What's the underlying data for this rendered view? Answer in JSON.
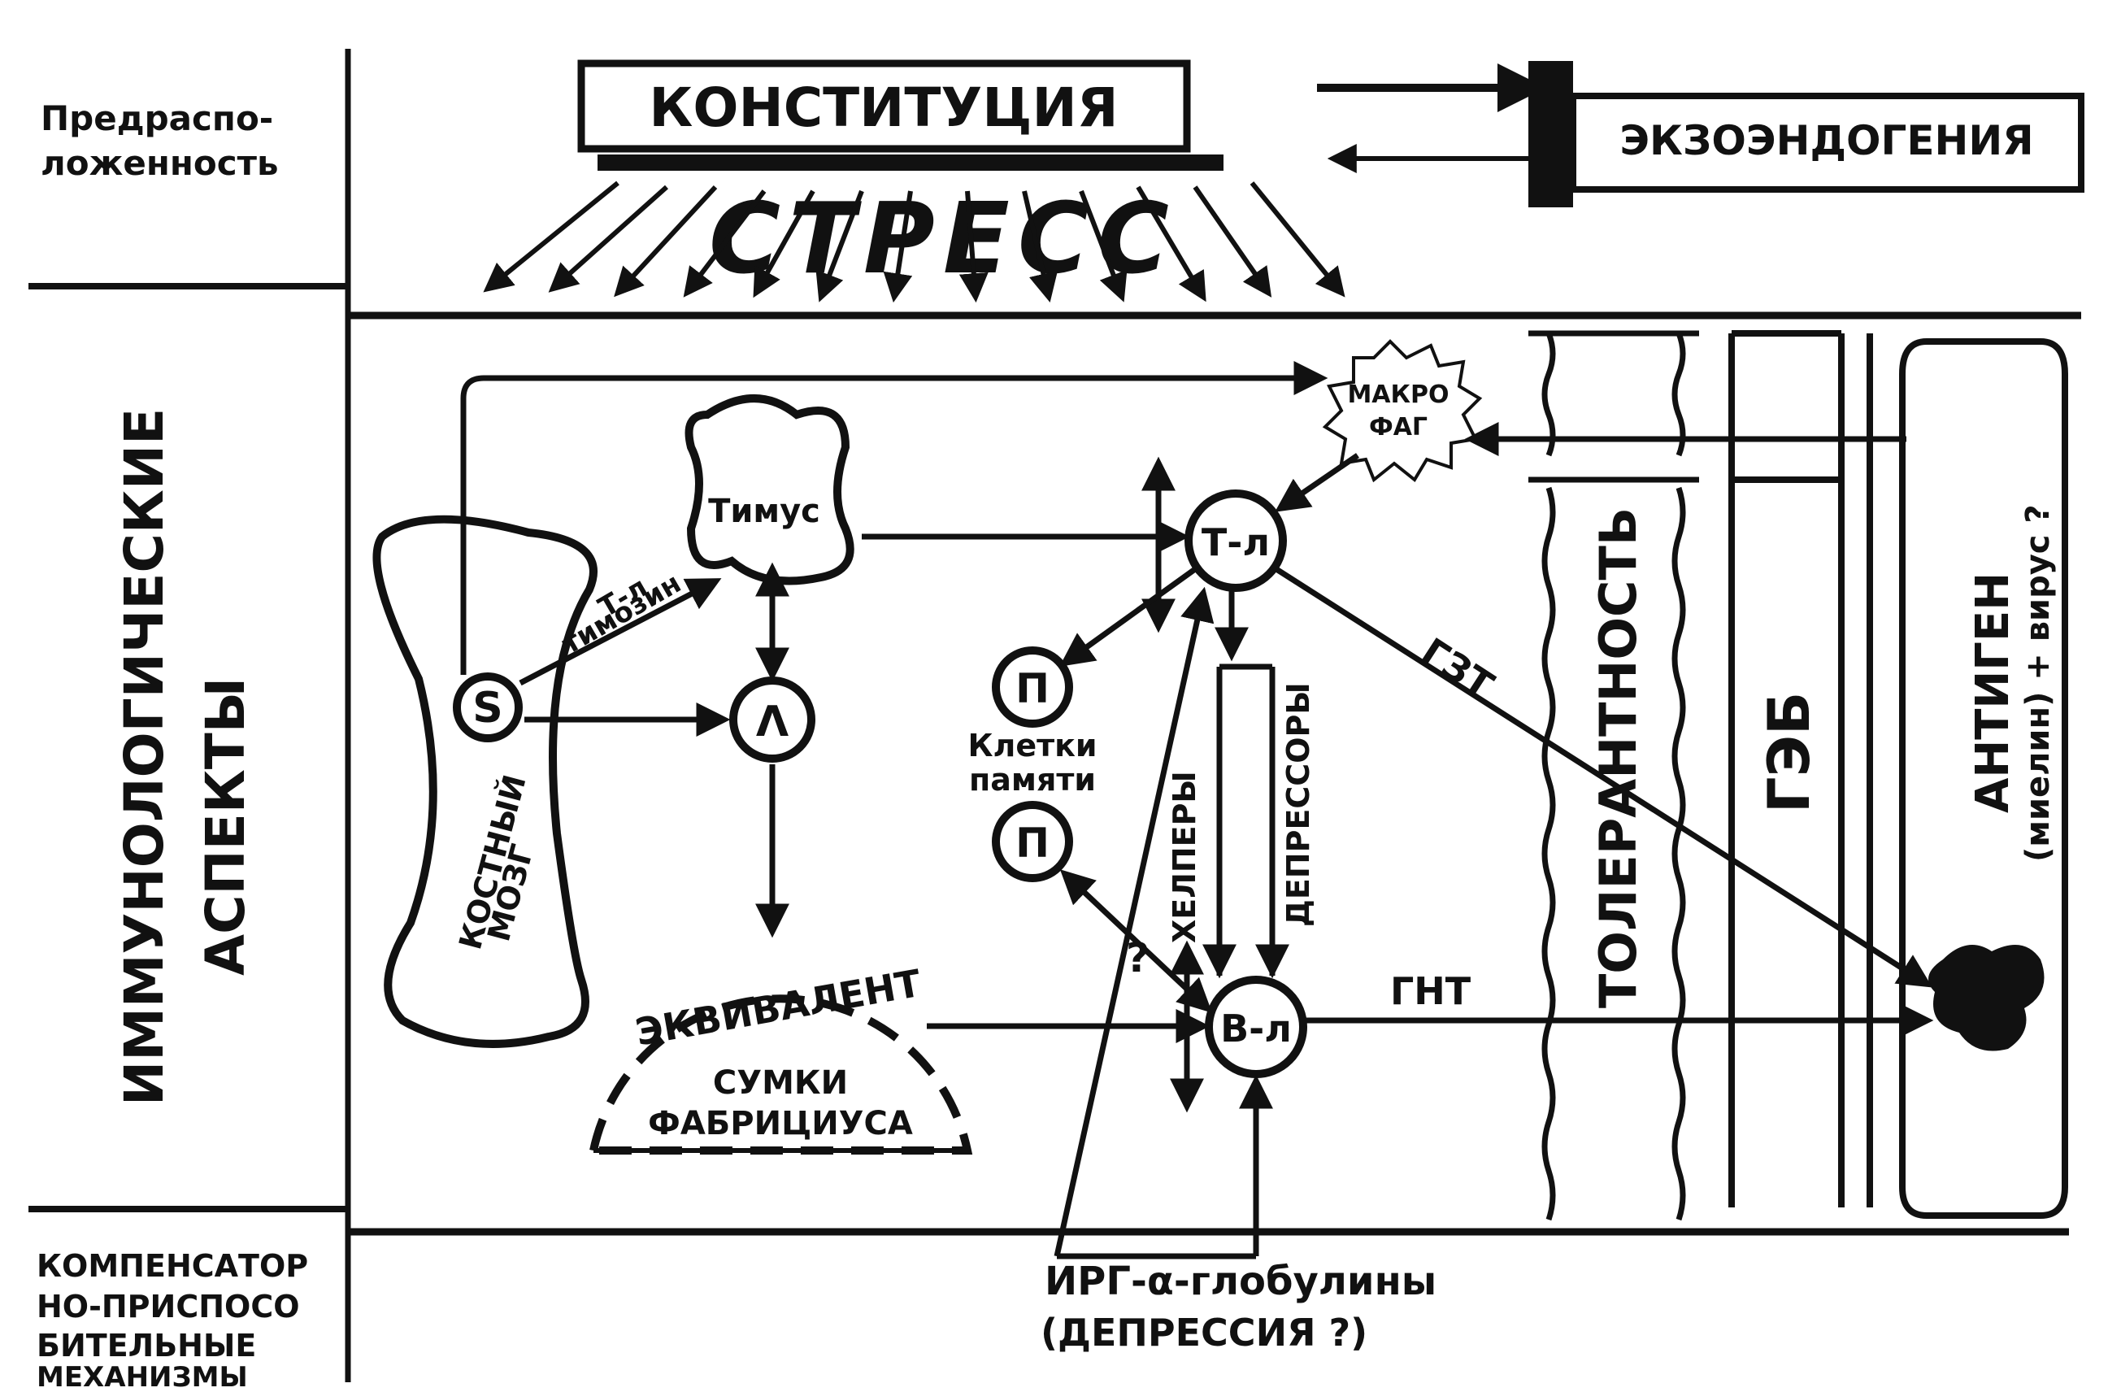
{
  "side_labels": {
    "predisposition": [
      "Предраспо-",
      "ложенность"
    ],
    "immunological": [
      "ИММУНОЛОГИЧЕСКИЕ",
      "АСПЕКТЫ"
    ],
    "compensatory": [
      "КОМПЕНСАТОР",
      "НО-ПРИСПОСО",
      "БИТЕЛЬНЫЕ",
      "МЕХАНИЗМЫ"
    ]
  },
  "top": {
    "constitution": "КОНСТИТУЦИЯ",
    "exoendogeny": "ЭКЗОЭНДОГЕНИЯ",
    "stress": "СТРЕСС"
  },
  "nodes": {
    "macrophage": [
      "МАКРО",
      "ФАГ"
    ],
    "thymus": "Тимус",
    "t_lymph": "Т-л",
    "b_lymph": "В-л",
    "stem": "S",
    "lambda": "Λ",
    "memory_cell": "П",
    "memory_caption": [
      "Клетки",
      "памяти"
    ],
    "bone_marrow": [
      "КОСТНЫЙ",
      "МОЗГ"
    ],
    "bursa_equivalent": "ЭКВИВАЛЕНТ",
    "bursa_name": [
      "СУМКИ",
      "ФАБРИЦИУСА"
    ]
  },
  "edges": {
    "t_l": "Т-л",
    "thymosin": "тимозин",
    "helpers": "ХЕЛПЕРЫ",
    "suppressors": "ДЕПРЕССОРЫ",
    "dth": "ГЗТ",
    "iht": "ГНТ",
    "question": "?"
  },
  "barriers": {
    "tolerance": "ТОЛЕРАНТНОСТЬ",
    "bbb": "ГЭБ",
    "antigen": "АНТИГЕН",
    "antigen_note": "(миелин) + вирус ?"
  },
  "bottom": {
    "globulins": "ИРГ-α-глобулины",
    "depression": "(ДЕПРЕССИЯ ?)"
  }
}
